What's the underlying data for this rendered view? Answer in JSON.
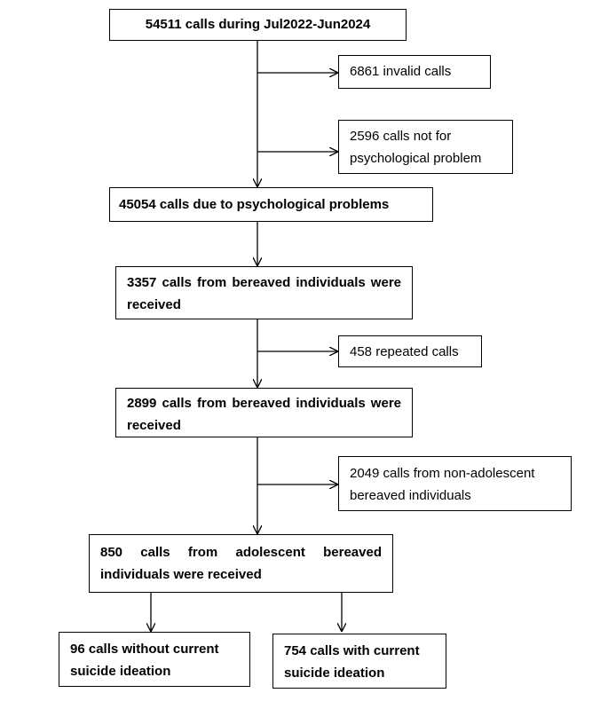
{
  "flowchart": {
    "total": "54511 calls during Jul2022-Jun2024",
    "invalid": "6861 invalid calls",
    "not_psych": "2596 calls not for psychological problem",
    "psych": "45054 calls due to psychological problems",
    "bereaved_all": "3357 calls from bereaved individuals were received",
    "repeated": "458 repeated calls",
    "bereaved_unique": "2899 calls from bereaved individuals were received",
    "non_adolescent": "2049 calls from non-adolescent bereaved individuals",
    "adolescent": "850 calls from adolescent bereaved individuals were received",
    "without_ideation": "96 calls without current suicide ideation",
    "with_ideation": "754 calls with current suicide ideation"
  }
}
